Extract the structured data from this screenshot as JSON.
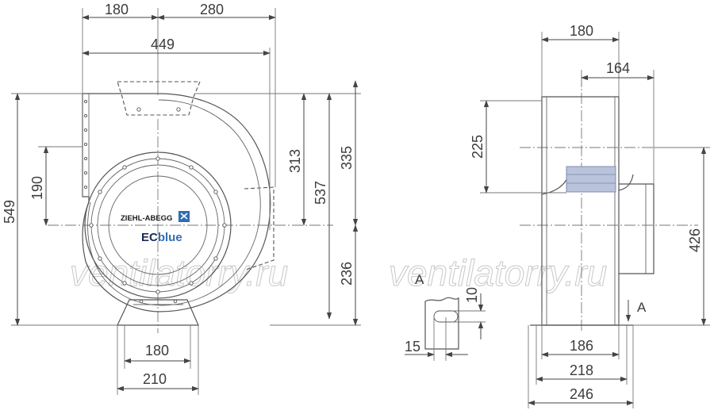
{
  "watermark": "ventilatorry.ru",
  "front_view": {
    "dims": {
      "w180": "180",
      "w280": "280",
      "w449": "449",
      "h549": "549",
      "h190": "190",
      "h313": "313",
      "h537": "537",
      "h335": "335",
      "h236": "236",
      "b180": "180",
      "b210": "210"
    },
    "logo": {
      "brand": "ZIEHL-ABEGG",
      "product_ec": "EC",
      "product_blue": "blue"
    }
  },
  "side_view": {
    "dims": {
      "w180": "180",
      "w164": "164",
      "h225": "225",
      "h426": "426",
      "b186": "186",
      "b218": "218",
      "b246": "246"
    },
    "section_marker": "A"
  },
  "detail": {
    "label": "A",
    "dim_10": "10",
    "dim_15": "15"
  }
}
